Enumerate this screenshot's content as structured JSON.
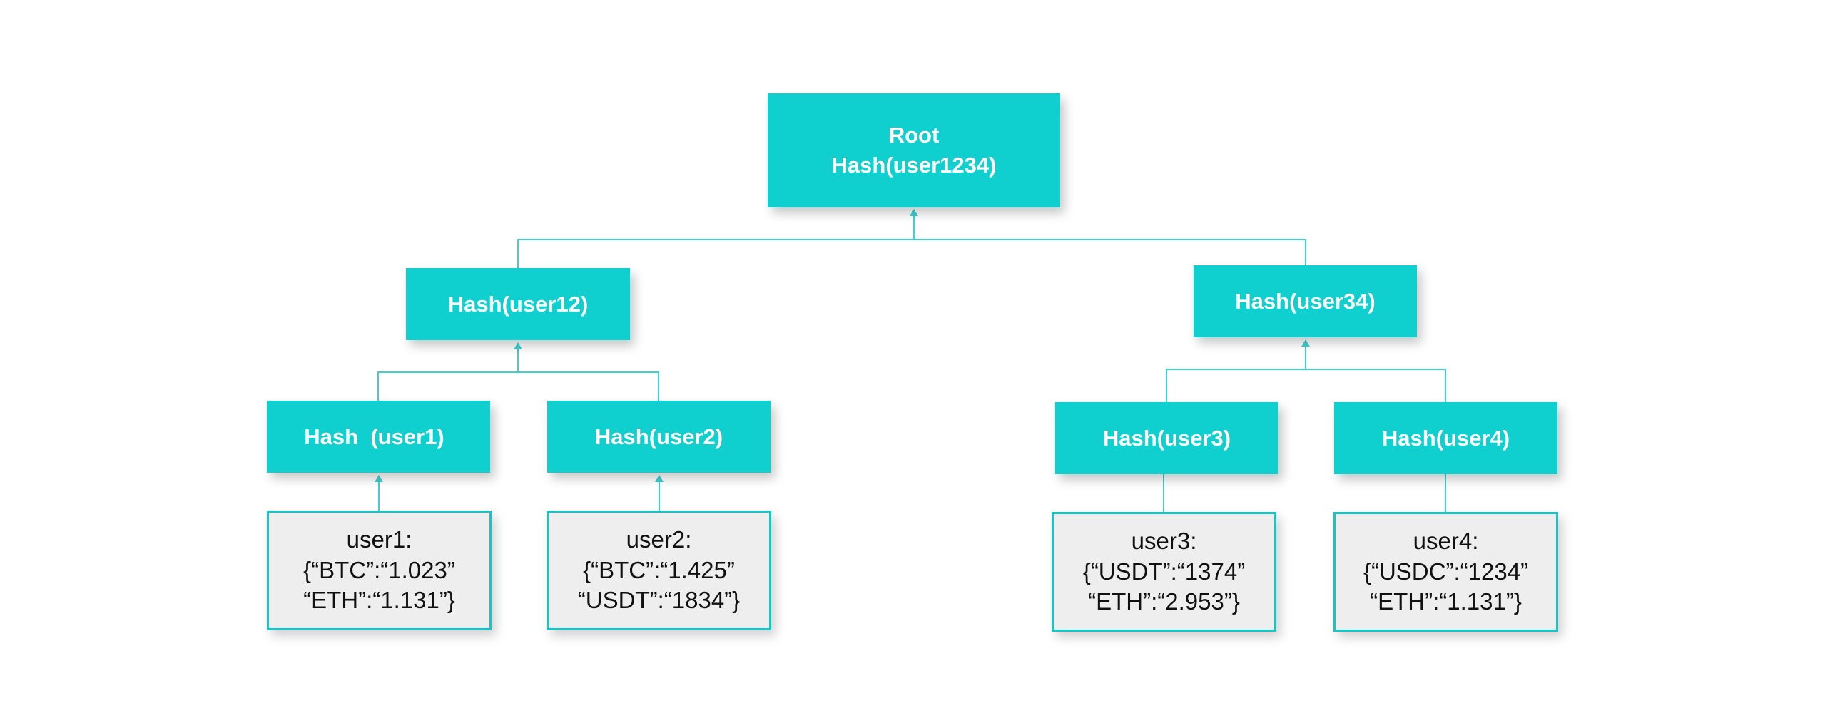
{
  "colors": {
    "hash_node_fill": "#0fcfcf",
    "connector": "#3fd0d0",
    "data_node_fill": "#eeeeee",
    "data_node_border": "#15c6c6"
  },
  "tree": {
    "root": {
      "line1": "Root",
      "line2": "Hash(user1234)"
    },
    "hash_user12": {
      "label": "Hash(user12)"
    },
    "hash_user34": {
      "label": "Hash(user34)"
    },
    "hash_user1": {
      "label": "Hash  (user1)"
    },
    "hash_user2": {
      "label": "Hash(user2)"
    },
    "hash_user3": {
      "label": "Hash(user3)"
    },
    "hash_user4": {
      "label": "Hash(user4)"
    }
  },
  "data": {
    "user1": {
      "line1": "user1:",
      "line2": "{“BTC”:“1.023”",
      "line3": "“ETH”:“1.131”}"
    },
    "user2": {
      "line1": "user2:",
      "line2": "{“BTC”:“1.425”",
      "line3": "“USDT”:“1834”}"
    },
    "user3": {
      "line1": "user3:",
      "line2": "{“USDT”:“1374”",
      "line3": "“ETH”:“2.953”}"
    },
    "user4": {
      "line1": "user4:",
      "line2": "{“USDC”:“1234”",
      "line3": "“ETH”:“1.131”}"
    }
  }
}
